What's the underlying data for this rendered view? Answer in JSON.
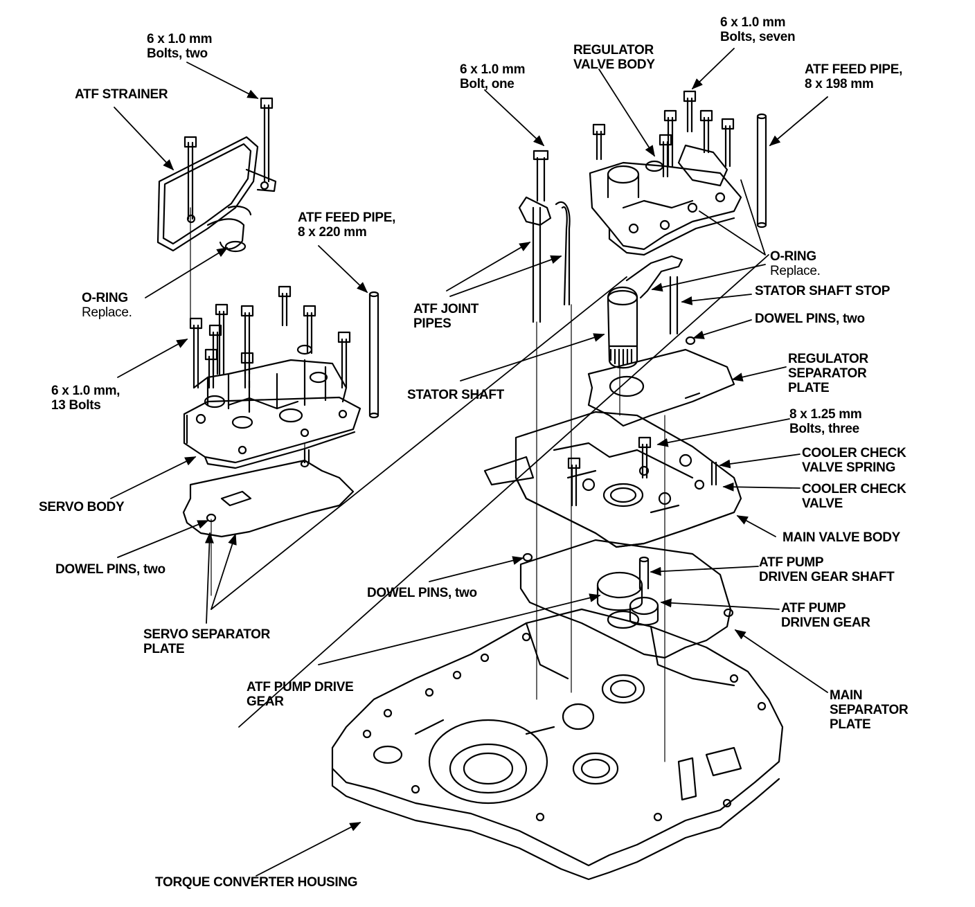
{
  "labels": {
    "servo_bolts": [
      "6 x 1.0 mm",
      "Bolts, two"
    ],
    "atf_strainer": [
      "ATF STRAINER"
    ],
    "feed_pipe_220": [
      "ATF FEED PIPE,",
      "8 x 220 mm"
    ],
    "o_ring_left": [
      "O-RING",
      "Replace."
    ],
    "bolts_13": [
      "6 x 1.0 mm,",
      "13 Bolts"
    ],
    "servo_body": [
      "SERVO BODY"
    ],
    "dowel_left": [
      "DOWEL PINS, two"
    ],
    "servo_sep_plate": [
      "SERVO SEPARATOR",
      "PLATE"
    ],
    "bolt_one": [
      "6 x 1.0 mm",
      "Bolt, one"
    ],
    "reg_valve_body": [
      "REGULATOR",
      "VALVE BODY"
    ],
    "bolts_seven": [
      "6 x 1.0 mm",
      "Bolts, seven"
    ],
    "feed_pipe_198": [
      "ATF FEED PIPE,",
      "8 x 198 mm"
    ],
    "o_ring_right": [
      "O-RING",
      "Replace."
    ],
    "stator_stop": [
      "STATOR SHAFT STOP"
    ],
    "joint_pipes": [
      "ATF JOINT",
      "PIPES"
    ],
    "dowel_right_top": [
      "DOWEL PINS, two"
    ],
    "reg_sep_plate": [
      "REGULATOR",
      "SEPARATOR",
      "PLATE"
    ],
    "stator_shaft": [
      "STATOR SHAFT"
    ],
    "bolts_three": [
      "8 x 1.25 mm",
      "Bolts, three"
    ],
    "cooler_spring": [
      "COOLER CHECK",
      "VALVE SPRING"
    ],
    "cooler_valve": [
      "COOLER CHECK",
      "VALVE"
    ],
    "main_valve_body": [
      "MAIN VALVE BODY"
    ],
    "pump_shaft": [
      "ATF PUMP",
      "DRIVEN GEAR SHAFT"
    ],
    "dowel_mid": [
      "DOWEL PINS, two"
    ],
    "pump_driven": [
      "ATF PUMP",
      "DRIVEN GEAR"
    ],
    "pump_drive": [
      "ATF PUMP DRIVE",
      "GEAR"
    ],
    "main_sep_plate": [
      "MAIN",
      "SEPARATOR",
      "PLATE"
    ],
    "tc_housing": [
      "TORQUE CONVERTER HOUSING"
    ]
  }
}
